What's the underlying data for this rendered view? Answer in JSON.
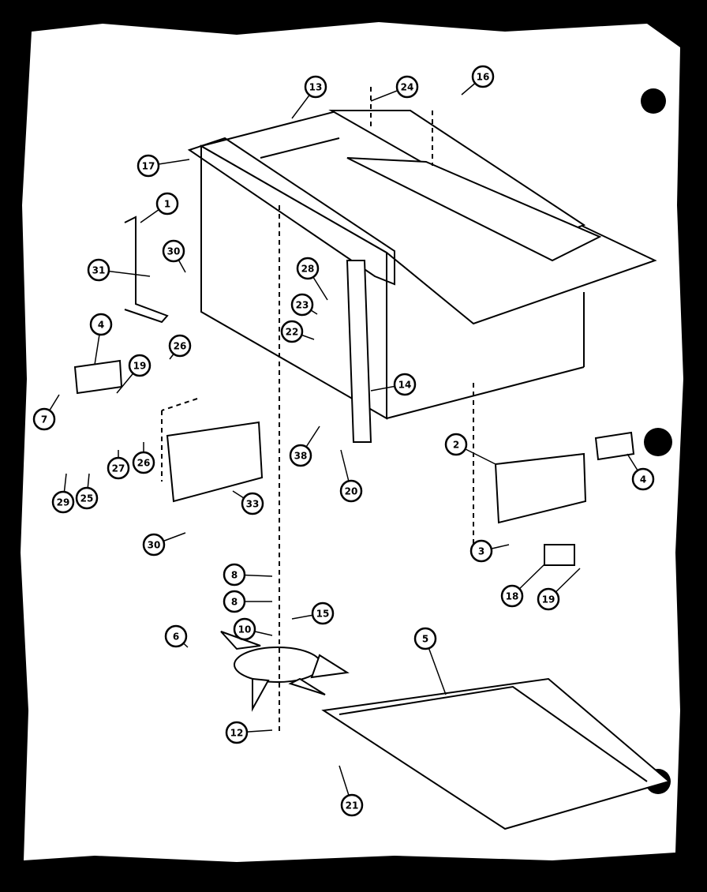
{
  "colors": {
    "ink": "#000000",
    "paper": "#ffffff"
  },
  "callouts": [
    {
      "id": "c13",
      "label": "13"
    },
    {
      "id": "c24",
      "label": "24"
    },
    {
      "id": "c16",
      "label": "16"
    },
    {
      "id": "c17",
      "label": "17"
    },
    {
      "id": "c1",
      "label": "1"
    },
    {
      "id": "c30a",
      "label": "30"
    },
    {
      "id": "c31",
      "label": "31"
    },
    {
      "id": "c28a",
      "label": "28"
    },
    {
      "id": "c23",
      "label": "23"
    },
    {
      "id": "c22",
      "label": "22"
    },
    {
      "id": "c4a",
      "label": "4"
    },
    {
      "id": "c26a",
      "label": "26"
    },
    {
      "id": "c19a",
      "label": "19"
    },
    {
      "id": "c7",
      "label": "7"
    },
    {
      "id": "c14",
      "label": "14"
    },
    {
      "id": "c27",
      "label": "27"
    },
    {
      "id": "c26b",
      "label": "26"
    },
    {
      "id": "c38",
      "label": "38"
    },
    {
      "id": "c20",
      "label": "20"
    },
    {
      "id": "c2",
      "label": "2"
    },
    {
      "id": "c4b",
      "label": "4"
    },
    {
      "id": "c29",
      "label": "29"
    },
    {
      "id": "c25",
      "label": "25"
    },
    {
      "id": "c33",
      "label": "33"
    },
    {
      "id": "c3",
      "label": "3"
    },
    {
      "id": "c30b",
      "label": "30"
    },
    {
      "id": "c8a",
      "label": "8"
    },
    {
      "id": "c8b",
      "label": "8"
    },
    {
      "id": "c15",
      "label": "15"
    },
    {
      "id": "c18",
      "label": "18"
    },
    {
      "id": "c19b",
      "label": "19"
    },
    {
      "id": "c10",
      "label": "10"
    },
    {
      "id": "c6",
      "label": "6"
    },
    {
      "id": "c5",
      "label": "5"
    },
    {
      "id": "c12",
      "label": "12"
    },
    {
      "id": "c21",
      "label": "21"
    }
  ]
}
